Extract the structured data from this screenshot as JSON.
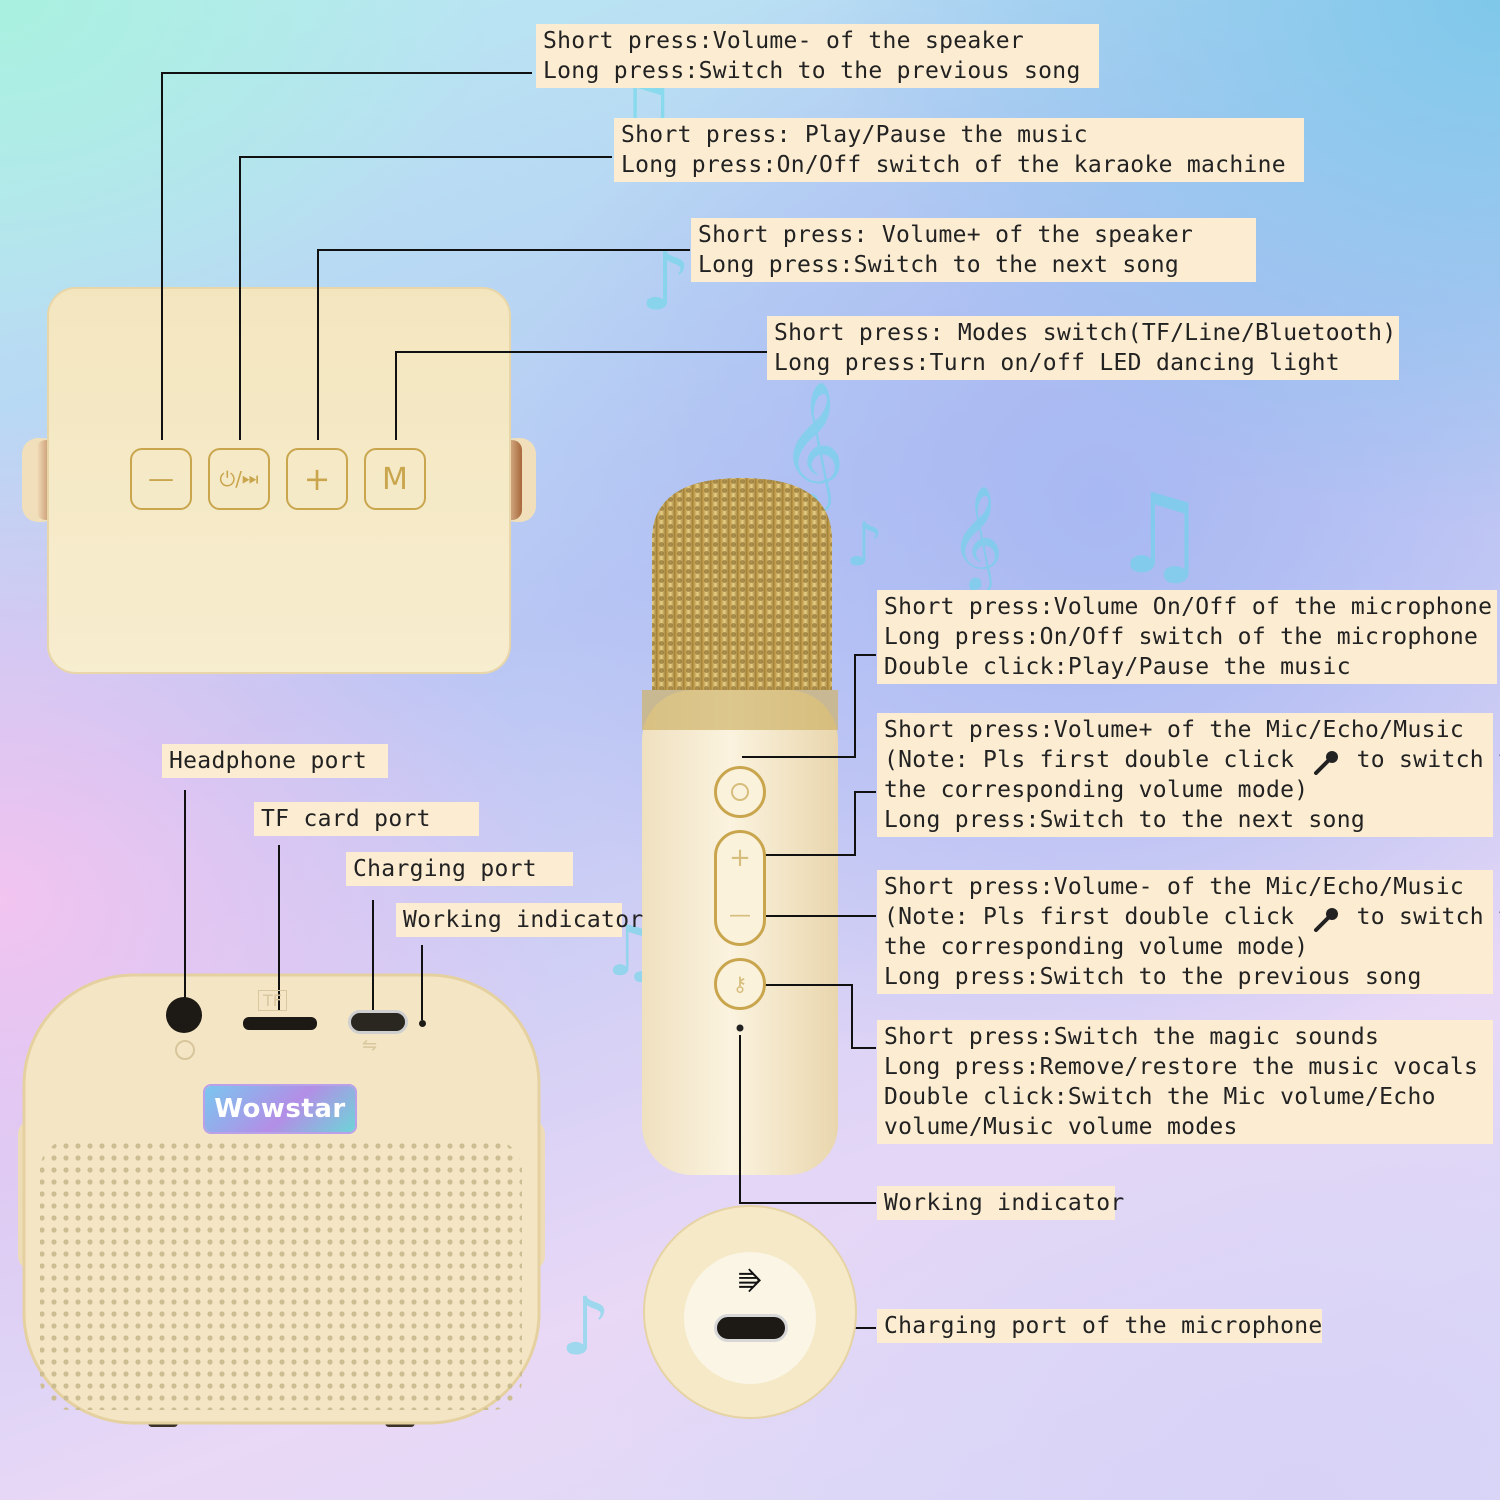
{
  "top_device": {
    "buttons": [
      {
        "symbol": "—",
        "icon": "minus-icon"
      },
      {
        "symbol": "⏻/⏭",
        "icon": "power-play-icon"
      },
      {
        "symbol": "+",
        "icon": "plus-icon"
      },
      {
        "symbol": "M",
        "icon": "mode-icon"
      }
    ],
    "callouts": [
      {
        "lines": [
          "Short press:Volume- of the speaker",
          "Long press:Switch to the previous song"
        ]
      },
      {
        "lines": [
          "Short press: Play/Pause the music",
          "Long press:On/Off switch of the karaoke machine"
        ]
      },
      {
        "lines": [
          "Short press: Volume+ of the speaker",
          "Long press:Switch to the next song"
        ]
      },
      {
        "lines": [
          "Short press: Modes switch(TF/Line/Bluetooth)",
          "Long press:Turn on/off LED dancing light"
        ]
      }
    ]
  },
  "speaker_front": {
    "brand": "Wowstar",
    "ports": [
      {
        "label": "Headphone port"
      },
      {
        "label": "TF card port"
      },
      {
        "label": "Charging port"
      },
      {
        "label": "Working indicator"
      }
    ],
    "tf_marking": "TF",
    "usb_marking": "⇋"
  },
  "microphone": {
    "callouts": [
      {
        "lines": [
          "Short press:Volume On/Off of the microphone",
          "Long press:On/Off switch of the microphone",
          "Double click:Play/Pause the music"
        ]
      },
      {
        "lines": [
          "Short press:Volume+ of the Mic/Echo/Music",
          "(Note: Pls first double click",
          "to switch to",
          "the corresponding volume mode)",
          "Long press:Switch to the next song"
        ]
      },
      {
        "lines": [
          "Short press:Volume- of the Mic/Echo/Music",
          "(Note: Pls first double click",
          "to switch to",
          "the corresponding volume mode)",
          "Long press:Switch to the previous song"
        ]
      },
      {
        "lines": [
          "Short press:Switch the magic sounds",
          "Long press:Remove/restore the music vocals",
          "Double click:Switch the Mic volume/Echo",
          "volume/Music volume modes"
        ]
      },
      {
        "lines": [
          "Working indicator"
        ]
      },
      {
        "lines": [
          "Charging port of the microphone"
        ]
      }
    ]
  },
  "colors": {
    "label_bg": "#fbecd2",
    "device_cream": "#f6ebc9",
    "gold": "#c9a64e",
    "leader_line": "#111111"
  }
}
